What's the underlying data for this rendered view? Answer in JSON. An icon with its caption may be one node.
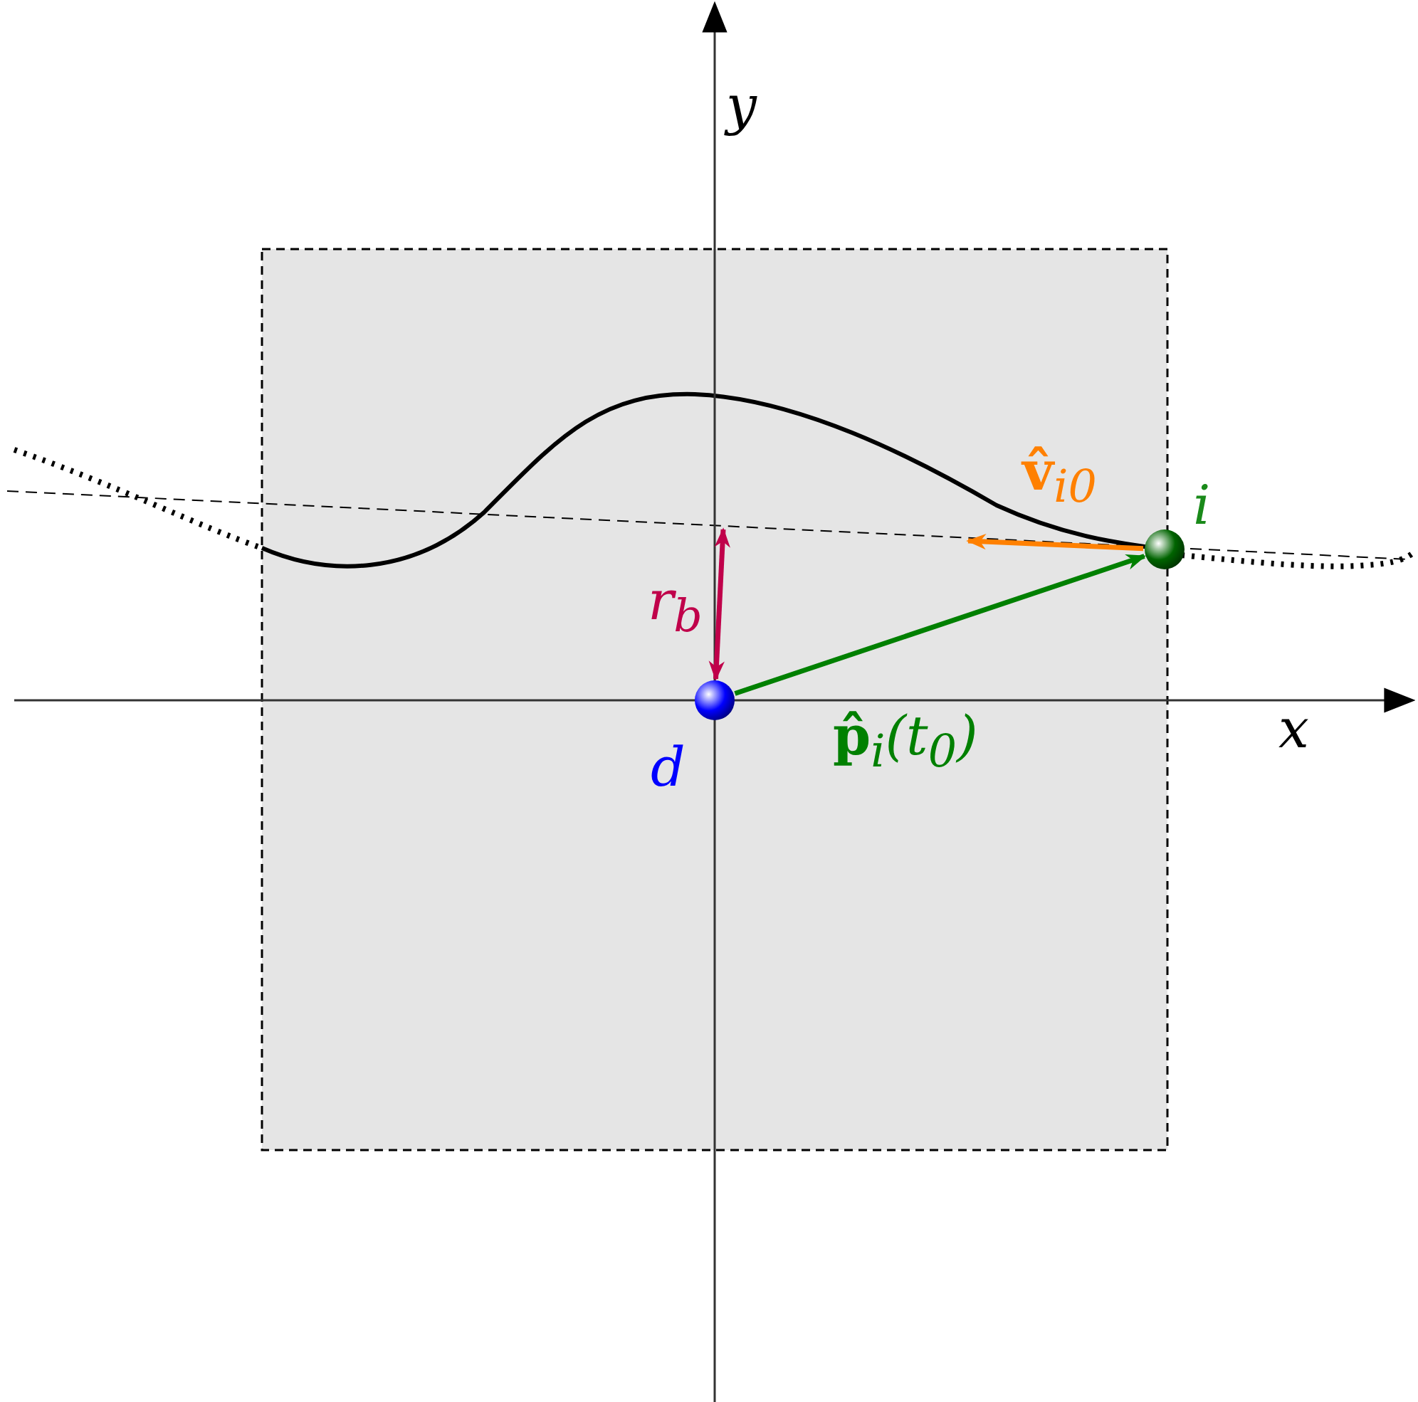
{
  "diagram": {
    "nodes": [
      {
        "text": [
          "d"
        ]
      },
      {
        "text": [
          "i"
        ]
      }
    ],
    "edges": [
      {
        "from": 0,
        "to": 1,
        "arrow": "to",
        "label": "**p̂**$_{i}$(*t*$_{0}$)",
        "color": "#008000"
      },
      {
        "from": 1,
        "to": null,
        "arrow": "to",
        "label": "**v̂**$_{i0}$",
        "color": "#ff8000"
      },
      {
        "from": 0,
        "to": null,
        "arrow": "both",
        "label": "*r*$_{b}$",
        "color": "#c0004a"
      }
    ],
    "labels": [
      "y",
      "x"
    ]
  }
}
